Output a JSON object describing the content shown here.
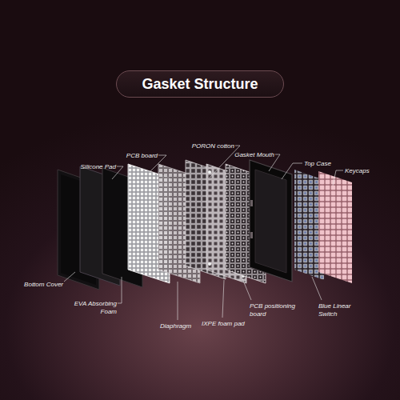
{
  "diagram": {
    "title": "Gasket Structure",
    "labels": [
      "Silicone Pad",
      "PCB board",
      "PORON cotton",
      "Gasket Mouth",
      "Top Case",
      "Keycaps",
      "Bottom Cover",
      "EVA Absorbing Foam",
      "Diaphragm",
      "IXPE foam pad",
      "PCB positioning board",
      "Blue Linear Switch"
    ]
  }
}
